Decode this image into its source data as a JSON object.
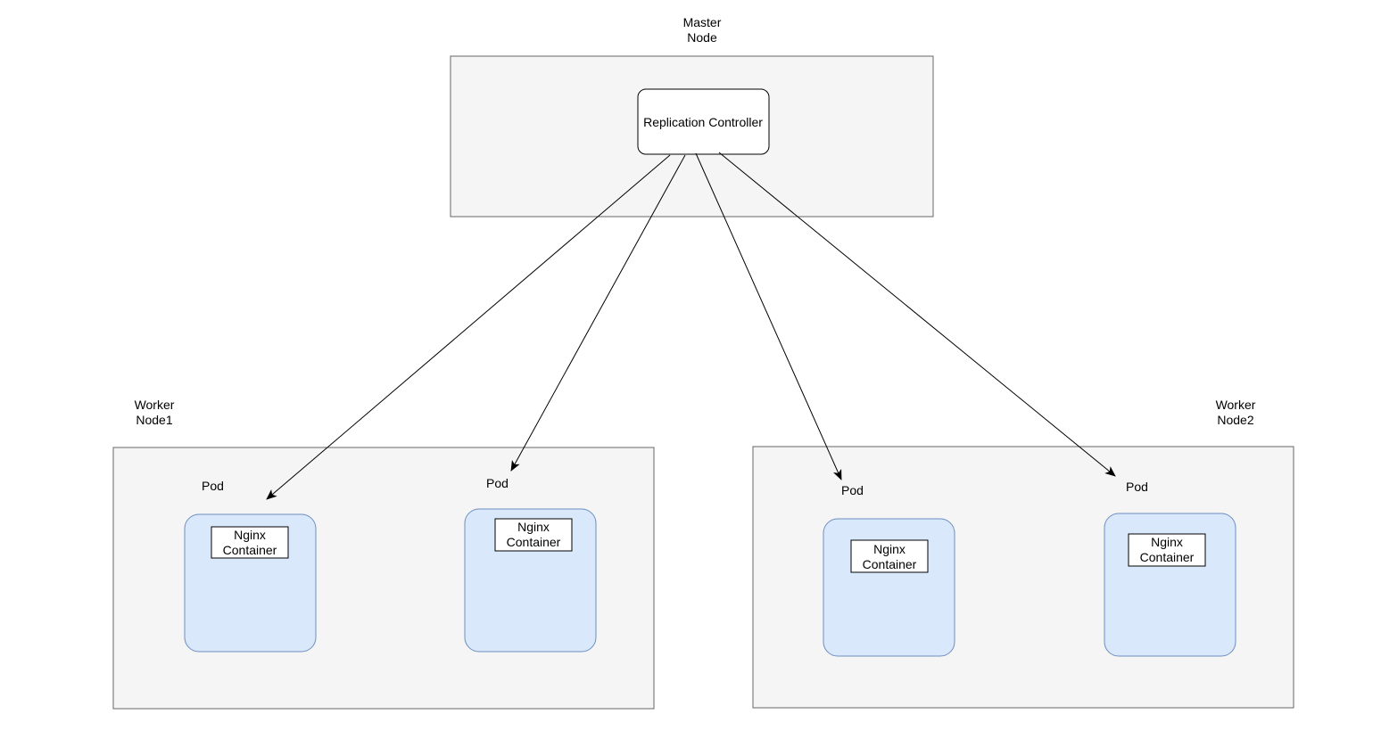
{
  "master_node": {
    "label_line1": "Master",
    "label_line2": "Node",
    "controller_label": "Replication Controller"
  },
  "worker_nodes": [
    {
      "label_line1": "Worker",
      "label_line2": "Node1",
      "pods": [
        {
          "label": "Pod",
          "container_line1": "Nginx",
          "container_line2": "Container"
        },
        {
          "label": "Pod",
          "container_line1": "Nginx",
          "container_line2": "Container"
        }
      ]
    },
    {
      "label_line1": "Worker",
      "label_line2": "Node2",
      "pods": [
        {
          "label": "Pod",
          "container_line1": "Nginx",
          "container_line2": "Container"
        },
        {
          "label": "Pod",
          "container_line1": "Nginx",
          "container_line2": "Container"
        }
      ]
    }
  ],
  "colors": {
    "node_fill": "#f5f5f5",
    "node_stroke": "#666666",
    "pod_fill": "#dae8fc",
    "pod_stroke": "#6c8ebf",
    "line": "#000000"
  }
}
